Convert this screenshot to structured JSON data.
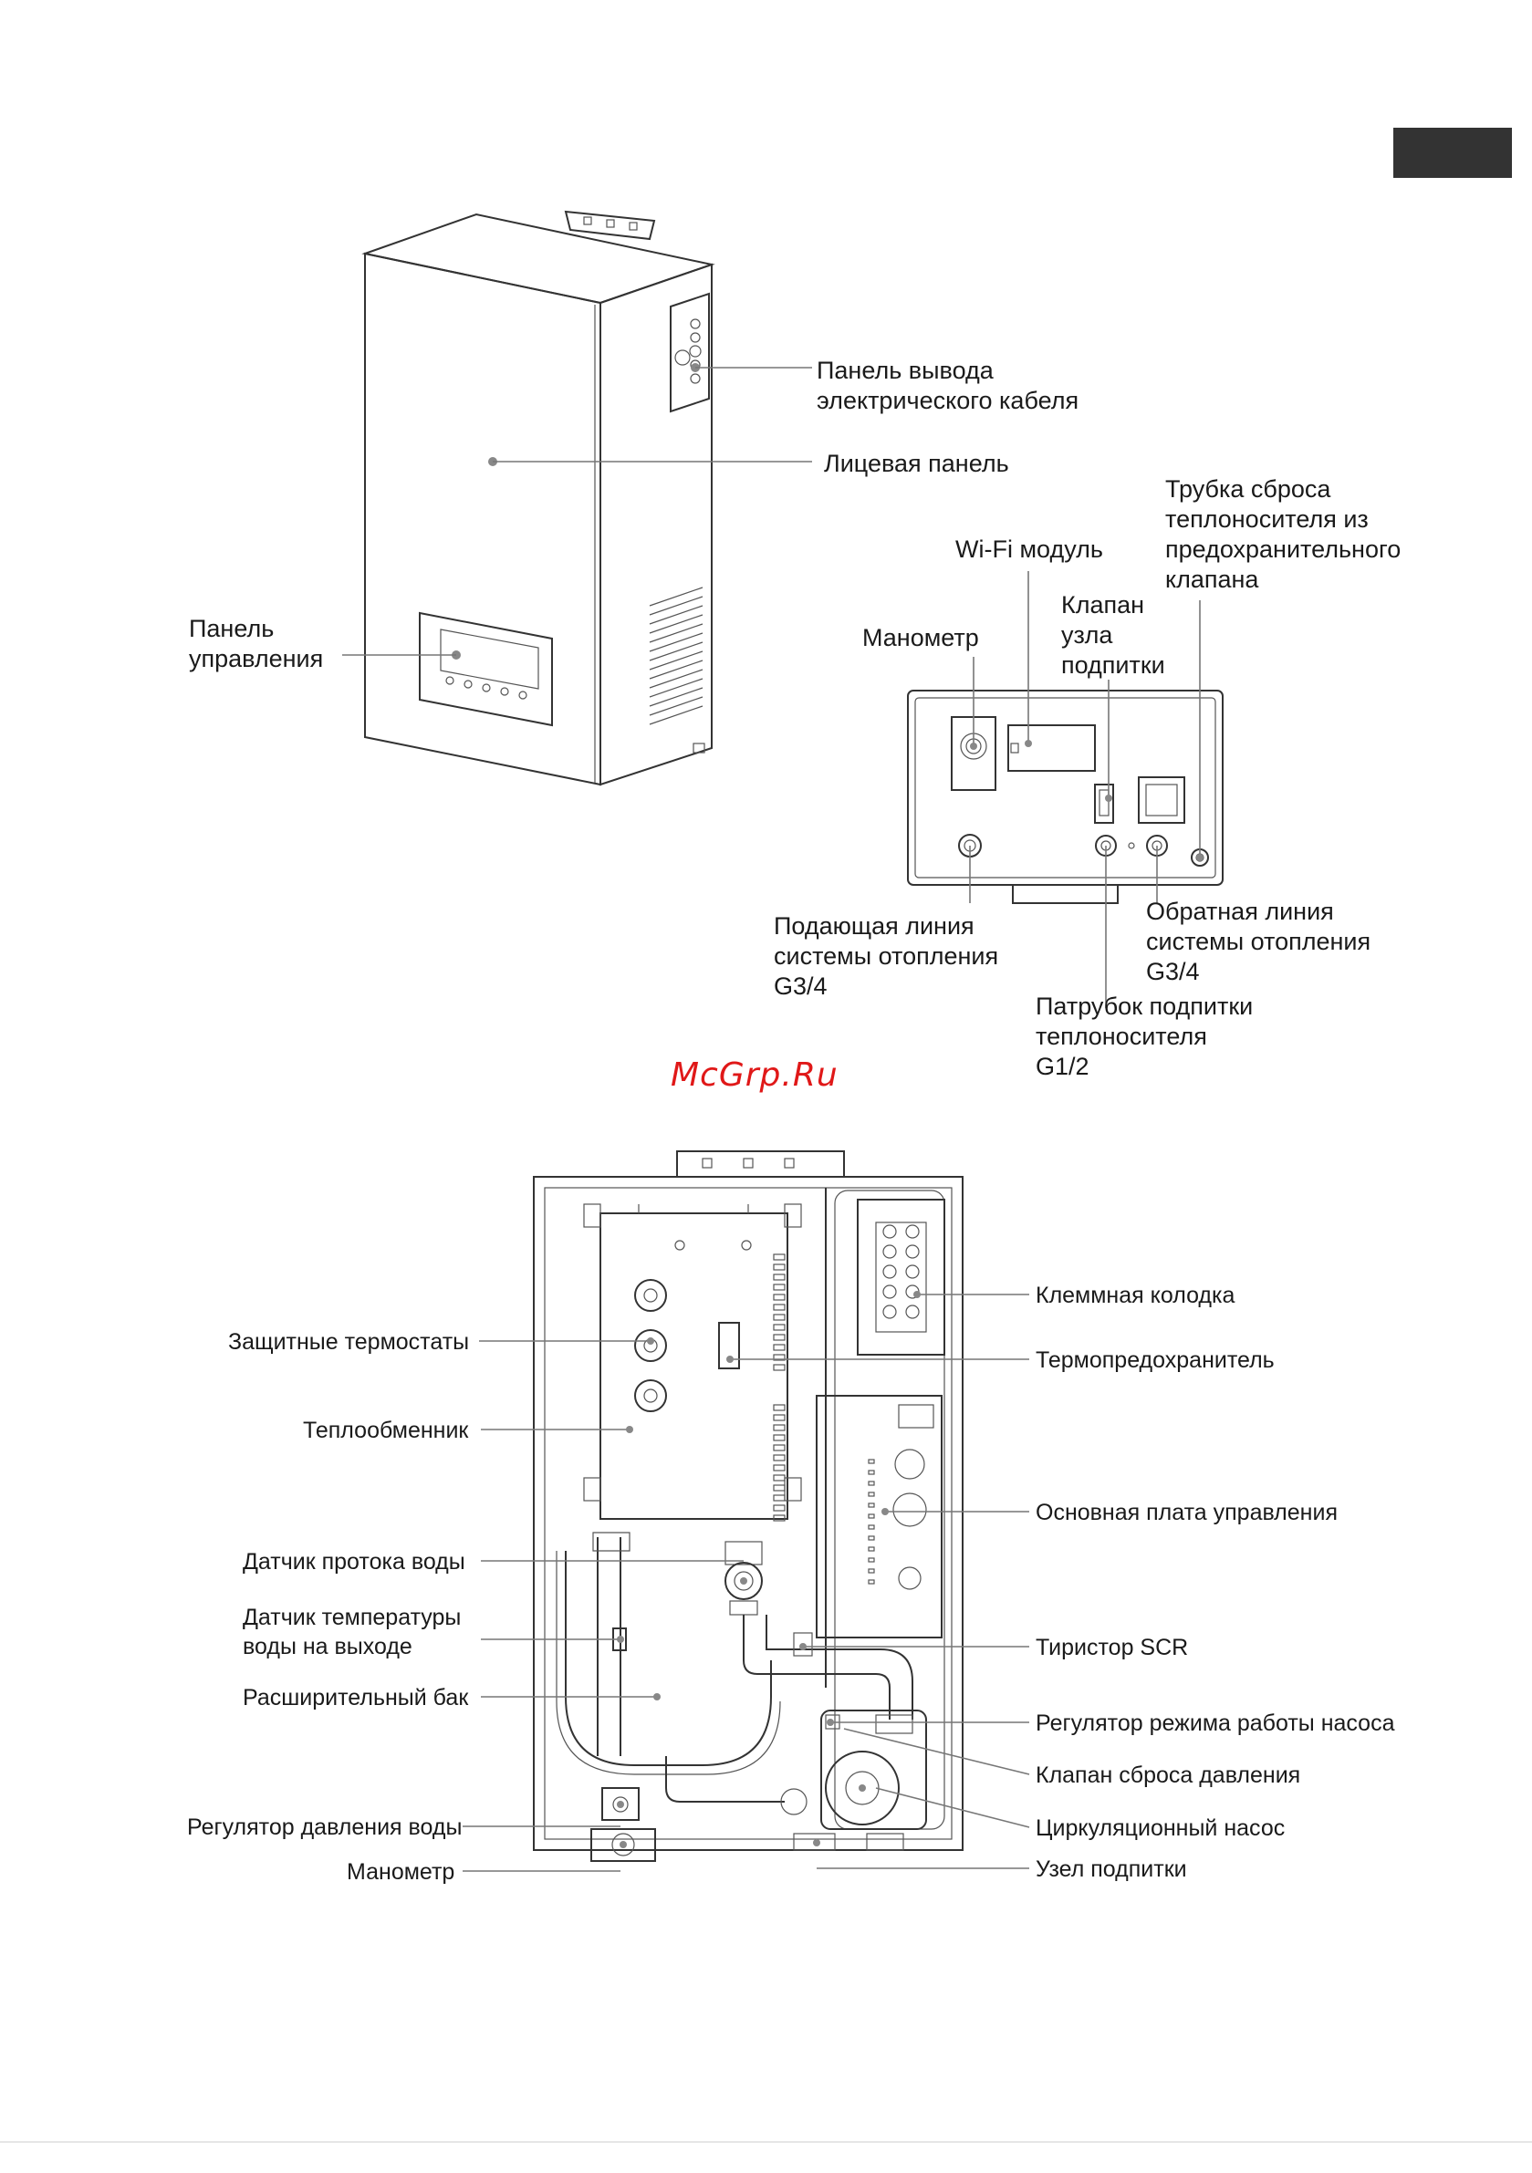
{
  "page": {
    "tab_color": "#333333",
    "watermark": "McGrp.Ru",
    "watermark_color": "#e01818"
  },
  "top_labels": {
    "cable_panel": [
      "Панель вывода",
      "электрического кабеля"
    ],
    "front_panel": [
      "Лицевая панель"
    ],
    "control_panel": [
      "Панель",
      "управления"
    ],
    "relief_tube": [
      "Трубка сброса",
      "теплоносителя из",
      "предохранительного",
      "клапана"
    ],
    "wifi_module": [
      "Wi-Fi модуль"
    ],
    "makeup_valve": [
      "Клапан",
      "узла",
      "подпитки"
    ],
    "manometer": [
      "Манометр"
    ],
    "supply_line": [
      "Подающая линия",
      "системы отопления",
      "G3/4"
    ],
    "return_line": [
      "Обратная линия",
      "системы отопления",
      "G3/4"
    ],
    "makeup_nozzle": [
      "Патрубок подпитки",
      "теплоносителя",
      "G1/2"
    ]
  },
  "bottom_labels": {
    "terminal_block": "Клеммная колодка",
    "protective_thermostats": "Защитные термостаты",
    "thermal_fuse": "Термопредохранитель",
    "heat_exchanger": "Теплообменник",
    "main_board": "Основная плата управления",
    "flow_sensor": "Датчик протока воды",
    "outlet_temp_sensor": [
      "Датчик температуры",
      "воды на выходе"
    ],
    "scr": "Тиристор SCR",
    "expansion_tank": "Расширительный бак",
    "pump_mode": "Регулятор режима работы насоса",
    "relief_valve": "Клапан сброса давления",
    "pressure_regulator": "Регулятор давления воды",
    "circ_pump": "Циркуляционный насос",
    "manometer": "Манометр",
    "makeup_unit": "Узел подпитки"
  }
}
